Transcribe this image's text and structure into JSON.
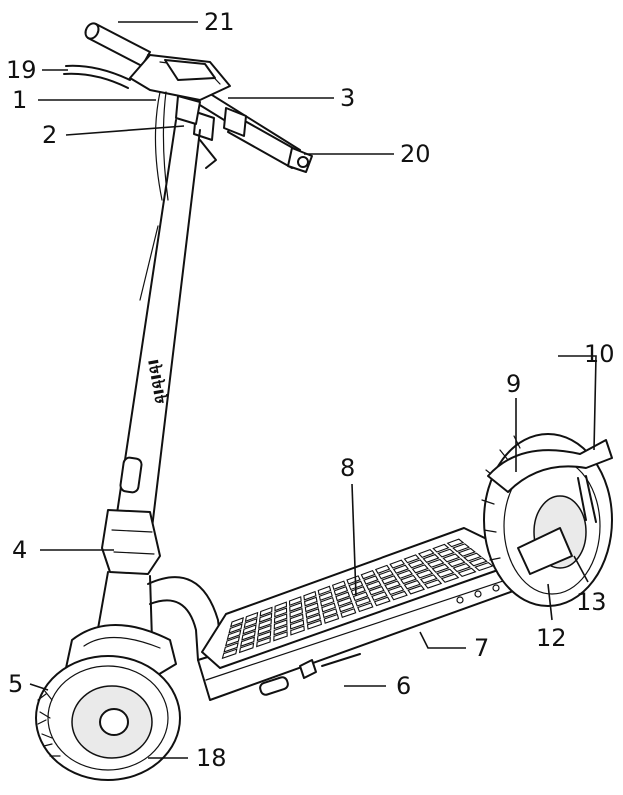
{
  "diagram": {
    "callouts": [
      {
        "id": "c21",
        "label": "21"
      },
      {
        "id": "c19",
        "label": "19"
      },
      {
        "id": "c1",
        "label": "1"
      },
      {
        "id": "c3",
        "label": "3"
      },
      {
        "id": "c2",
        "label": "2"
      },
      {
        "id": "c20",
        "label": "20"
      },
      {
        "id": "c10",
        "label": "10"
      },
      {
        "id": "c9",
        "label": "9"
      },
      {
        "id": "c8",
        "label": "8"
      },
      {
        "id": "c4",
        "label": "4"
      },
      {
        "id": "c13",
        "label": "13"
      },
      {
        "id": "c12",
        "label": "12"
      },
      {
        "id": "c7",
        "label": "7"
      },
      {
        "id": "c5",
        "label": "5"
      },
      {
        "id": "c6",
        "label": "6"
      },
      {
        "id": "c18",
        "label": "18"
      }
    ]
  }
}
